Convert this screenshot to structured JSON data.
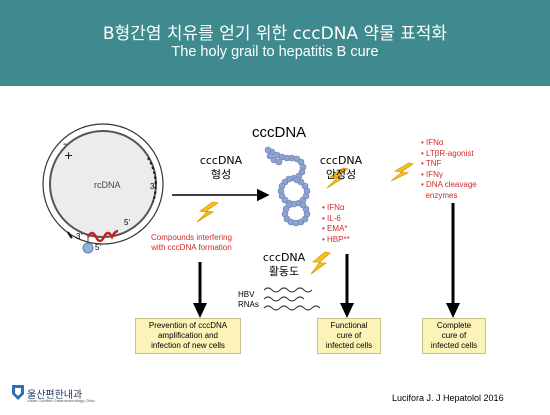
{
  "header": {
    "title_ko": "B형간염 치유를 얻기 위한 cccDNA 약물 표적화",
    "title_en": "The holy grail to hepatitis B cure"
  },
  "diagram": {
    "cccdna_title": "cccDNA",
    "formation_label": "cccDNA\n형성",
    "stability_label": "cccDNA\n안정성",
    "activity_label": "cccDNA\n활동도",
    "rcdna_label": "rcDNA",
    "plus_label": "+",
    "minus_label": "-",
    "three_prime_label": "3'",
    "five_prime_label": "5'",
    "three_prime_lower": "3'",
    "five_prime_lower": "5'",
    "compounds_label": "Compounds interfering\nwith cccDNA formation",
    "middle_factors": "• IFNα\n• IL-6\n• EMA*\n• HBP**",
    "right_factors": "• IFNα\n• LTβR-agonist\n• TNF\n• IFNγ\n• DNA cleavage\n  enzymes",
    "hbv_rnas_label": "HBV\nRNAs",
    "box_left": "Prevention of cccDNA\namplification and\ninfection of new cells",
    "box_middle": "Functional\ncure of\ninfected cells",
    "box_right": "Complete\ncure of\ninfected cells"
  },
  "footer": {
    "logo_text": "울산편한내과",
    "logo_subtext": "Ulsan Comfort Gastroenterology Clinic",
    "citation": "Lucifora J. J Hepatolol 2016"
  },
  "colors": {
    "header_bg": "#3f8a8f",
    "box_fill": "#fbf3b8",
    "red_text": "#d42a2a",
    "bolt": "#f6c21a",
    "ccc_blue": "#8fa3cf"
  }
}
